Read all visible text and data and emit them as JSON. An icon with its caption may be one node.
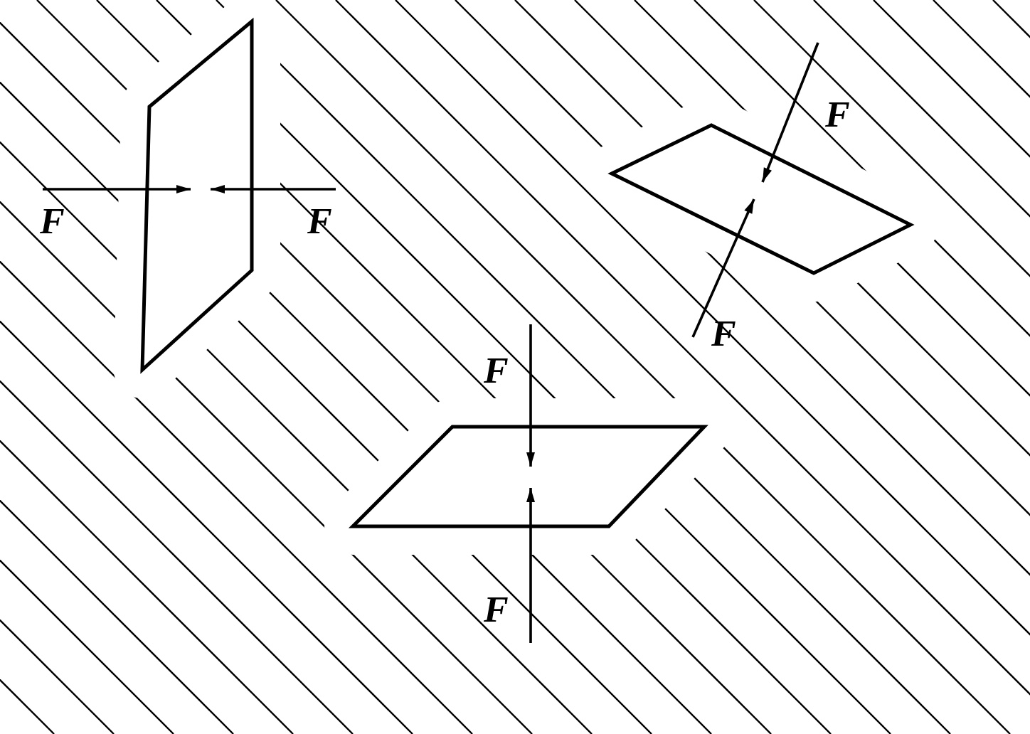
{
  "diagram": {
    "labels": [
      "F",
      "F",
      "F",
      "F",
      "F",
      "F"
    ]
  }
}
